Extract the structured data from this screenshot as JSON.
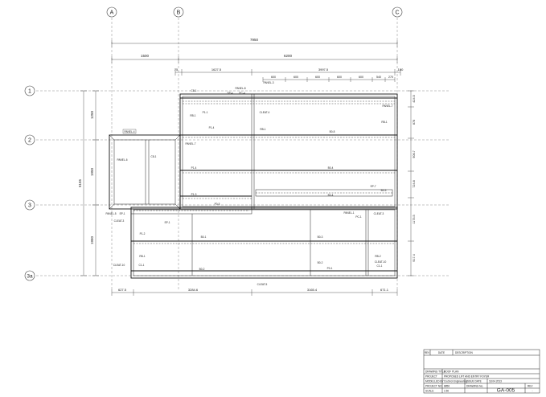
{
  "grid": {
    "columns": [
      "A",
      "B",
      "C"
    ],
    "rows": [
      "1",
      "2",
      "3",
      "3a"
    ]
  },
  "dimensions": {
    "overall": "7950",
    "top_split": [
      "1500",
      "6200"
    ],
    "top_detail": [
      "75",
      "1627.5",
      "3997.5",
      "150"
    ],
    "bays": [
      "600",
      "600",
      "600",
      "600",
      "600",
      "540",
      "270"
    ],
    "left_outer": "5155",
    "left_inner": [
      "1250",
      "1950",
      "1950"
    ],
    "right": [
      "424.5",
      "876",
      "906.7",
      "724.8",
      "1175.5",
      "917.4"
    ],
    "bottom": [
      "627.5",
      "3284.6",
      "3165.4",
      "671.1"
    ]
  },
  "labels": {
    "left_wall": [
      "PANEL-4",
      "PANEL-6",
      "C8-1"
    ],
    "upper": [
      "C8-1",
      "PANEL-8",
      "SP-4",
      "PC-4",
      "PANEL-3",
      "PANEL-7",
      "RB-1",
      "P1-1",
      "CLEAT-4",
      "P1-4",
      "B0-8",
      "RB-1",
      "RB-1",
      "P1-4",
      "B0-4",
      "B0-4",
      "PANEL-7",
      "SP-7",
      "B0-5",
      "P1-3",
      "P0-5"
    ],
    "lower": [
      "PANEL-5",
      "SP-1",
      "CLEAT-3",
      "PANEL-1",
      "PC-1",
      "CLEAT-3",
      "SP-1",
      "P1-2",
      "B0-1",
      "B0-3",
      "B0-2",
      "RB-1",
      "C1-1",
      "CLEAT-10",
      "B0-2",
      "P0-1",
      "RB-2",
      "CLEAT-10",
      "C1-1",
      "CLEAT-5"
    ]
  },
  "title_block": {
    "rev_header": [
      "REV",
      "DATE",
      "DESCRIPTION"
    ],
    "rows": [
      {
        "label": "DRAWING TITLE",
        "value": "ROOF PLAN"
      },
      {
        "label": "PROJECT",
        "value": "PROPOSED LIFT AND ENTRY FOYER"
      },
      {
        "label": "MODELLED BY",
        "value": "Cochrol Engineering"
      },
      {
        "label": "PROJECT NO",
        "value": "8856"
      },
      {
        "label": "SCALE",
        "value": "1:50"
      }
    ],
    "issue_label": "ISSUE DATE",
    "issue_date": "18.04.2013",
    "drawing_no_label": "DRAWING No.",
    "drawing_no": "GA-005",
    "rev_label": "REV",
    "rev_value": "-"
  }
}
